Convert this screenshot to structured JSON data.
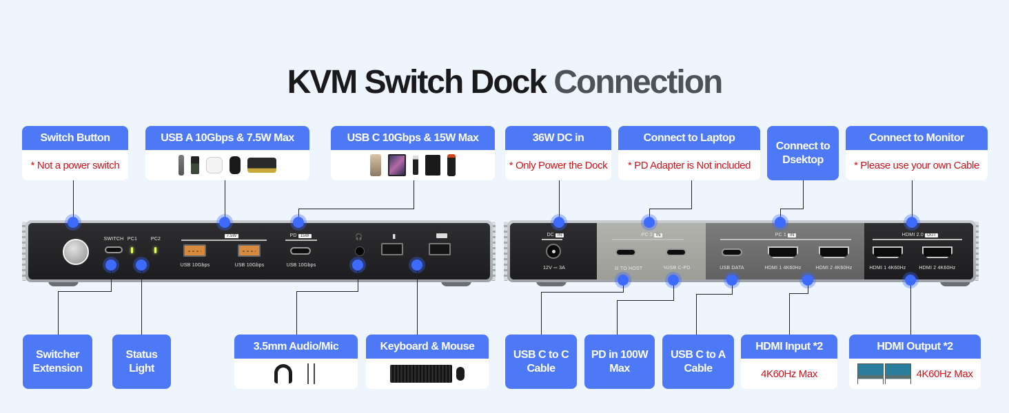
{
  "title": {
    "main": "KVM Switch Dock",
    "accent": "Connection"
  },
  "top_cards": [
    {
      "header": "Switch Button",
      "note": "* Not a power switch"
    },
    {
      "header": "USB A 10Gbps & 7.5W Max",
      "devices": [
        "power-bank-icon",
        "webcam-icon",
        "earbuds-icon",
        "smartwatch-icon",
        "printer-icon"
      ]
    },
    {
      "header": "USB C 10Gbps & 15W Max",
      "devices": [
        "smartphone-icon",
        "tablet-icon",
        "usb-flash-drive-icon",
        "external-hdd-icon",
        "portable-ssd-icon"
      ]
    },
    {
      "header": "36W DC in",
      "note": "* Only Power the Dock"
    },
    {
      "header": "Connect to Laptop",
      "note": "* PD Adapter is Not included"
    },
    {
      "header": "Connect to Dsektop"
    },
    {
      "header": "Connect to Monitor",
      "note": "* Please use your own Cable"
    }
  ],
  "bottom_cards": [
    {
      "header": "Switcher Extension"
    },
    {
      "header": "Status Light"
    },
    {
      "header": "3.5mm Audio/Mic",
      "devices": [
        "headphones-icon",
        "earphones-icon"
      ]
    },
    {
      "header": "Keyboard & Mouse",
      "devices": [
        "keyboard-icon",
        "mouse-icon"
      ]
    },
    {
      "header": "USB C to C Cable"
    },
    {
      "header": "PD in 100W Max"
    },
    {
      "header": "USB C to A Cable"
    },
    {
      "header": "HDMI Input *2",
      "note": "4K60Hz Max"
    },
    {
      "header": "HDMI Output *2",
      "note": "4K60Hz Max",
      "devices": [
        "monitor-icon",
        "monitor-icon"
      ]
    }
  ],
  "front_panel": {
    "switch_label": "SWITCH",
    "pc1_label": "PC1",
    "pc2_label": "PC2",
    "usba_power_tag": "7.5W",
    "usba_port_label": "USB 10Gbps",
    "pd_label": "PD",
    "pd_tag": "15W",
    "usbc_port_label": "USB 10Gbps"
  },
  "rear_panel": {
    "dc_label": "DC",
    "in_tag": "IN",
    "dc_rating": "12V ⎓ 3A",
    "pc2_label": "PC 2",
    "to_host_label": "TO HOST",
    "usb_c_pd_label": "USB C-PD",
    "pc1_label": "PC 1",
    "usb_data_label": "USB DATA",
    "hdmi1_in_label": "HDMI 1 4K60Hz",
    "hdmi2_in_label": "HDMI 2 4K60Hz",
    "hdmi_out_label": "HDMI 2.0",
    "out_tag": "OUT",
    "hdmi1_out_label": "HDMI 1 4K60Hz",
    "hdmi2_out_label": "HDMI 2 4K60Hz"
  },
  "colors": {
    "accent": "#4d79f6",
    "note_red": "#d0121b",
    "background": "#eef5fc",
    "dot": "#3d6bff"
  }
}
